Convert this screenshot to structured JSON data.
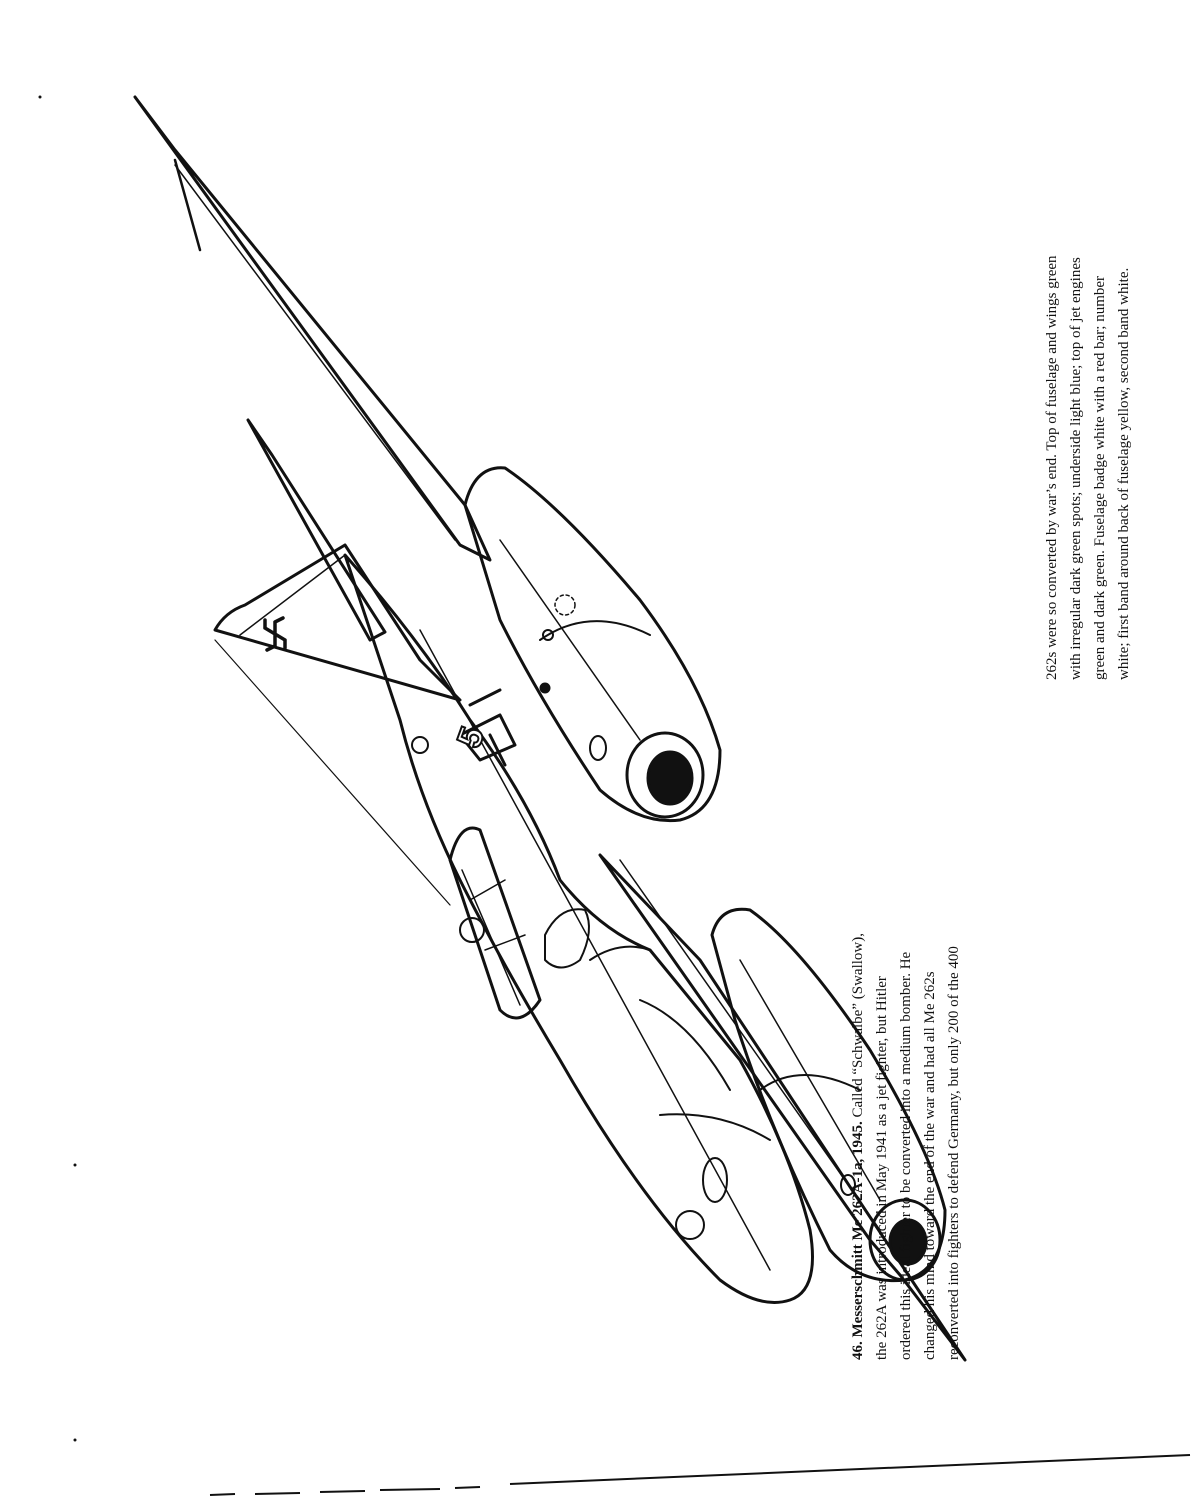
{
  "caption": {
    "plate_number": "46.",
    "plate_title": "Messerschmitt Me 262A-1a, 1945.",
    "lines": [
      "Called “Schwalbe” (Swallow),",
      "the 262A was introduced in May 1941 as a jet fighter, but Hitler",
      "ordered this ideal fighter to be converted into a medium bomber. He",
      "changed his mind toward the end of the war and had all Me 262s",
      "reconverted into fighters to defend Germany, but only 200 of the 400"
    ]
  },
  "caption_continued": {
    "lines": [
      "262s were so converted by war’s end. Top of fuselage and wings green",
      "with irregular dark green spots; underside light blue; top of jet engines",
      "green and dark green. Fuselage badge white with a red bar; number",
      "white; first band around back of fuselage yellow, second band white."
    ]
  },
  "aircraft": {
    "tail_number": "5"
  }
}
